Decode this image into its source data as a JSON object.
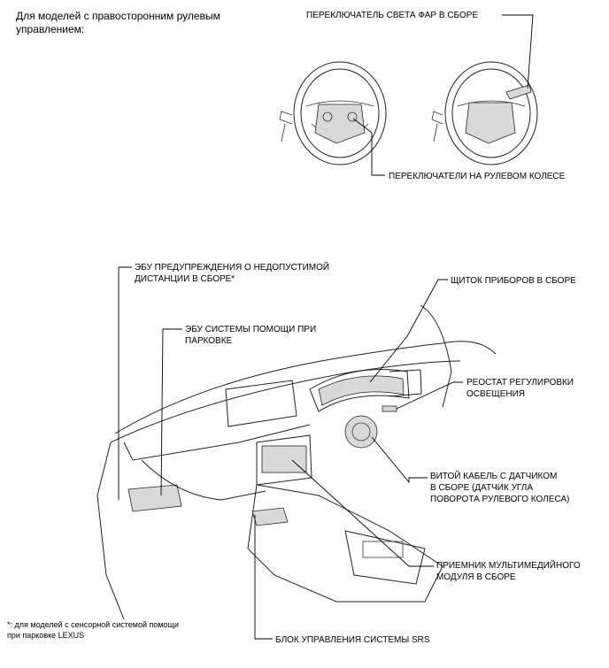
{
  "heading": "Для моделей с правосторонним рулевым управлением:",
  "labels": {
    "headlight_switch": "ПЕРЕКЛЮЧАТЕЛЬ СВЕТА ФАР В СБОРЕ",
    "steering_switches": "ПЕРЕКЛЮЧАТЕЛИ НА РУЛЕВОМ КОЛЕСЕ",
    "distance_ecu": "ЭБУ ПРЕДУПРЕЖДЕНИЯ О НЕДОПУСТИМОЙ\nДИСТАНЦИИ В СБОРЕ*",
    "combination_meter": "ЩИТОК ПРИБОРОВ В СБОРЕ",
    "parking_ecu": "ЭБУ СИСТЕМЫ ПОМОЩИ ПРИ\nПАРКОВКЕ",
    "rheostat": "РЕОСТАТ РЕГУЛИРОВКИ\nОСВЕЩЕНИЯ",
    "spiral_cable": "ВИТОЙ КАБЕЛЬ С ДАТЧИКОМ\nВ СБОРЕ (ДАТЧИК УГЛА\nПОВОРОТА РУЛЕВОГО КОЛЕСА)",
    "multimedia_receiver": "ПРИЕМНИК МУЛЬТИМЕДИЙНОГО\nМОДУЛЯ В СБОРЕ",
    "srs_unit": "БЛОК УПРАВЛЕНИЯ СИСТЕМЫ SRS"
  },
  "footnote": "*: для моделей с сенсорной системой помощи\nпри парковке LEXUS"
}
